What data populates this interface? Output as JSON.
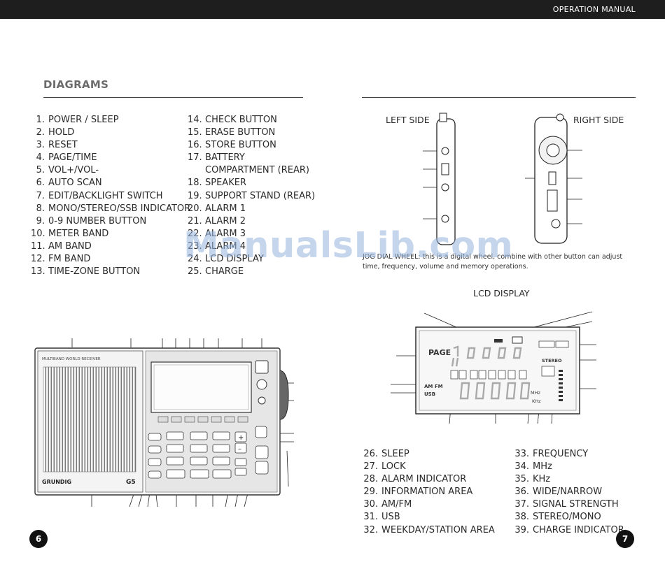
{
  "header": {
    "title": "OPERATION MANUAL"
  },
  "left_page": {
    "heading": "DIAGRAMS",
    "parts_col1": [
      {
        "n": "1.",
        "label": "POWER / SLEEP"
      },
      {
        "n": "2.",
        "label": "HOLD"
      },
      {
        "n": "3.",
        "label": "RESET"
      },
      {
        "n": "4.",
        "label": "PAGE/TIME"
      },
      {
        "n": "5.",
        "label": "VOL+/VOL-"
      },
      {
        "n": "6.",
        "label": "AUTO SCAN"
      },
      {
        "n": "7.",
        "label": "EDIT/BACKLIGHT SWITCH"
      },
      {
        "n": "8.",
        "label": "MONO/STEREO/SSB INDICATOR"
      },
      {
        "n": "9.",
        "label": "0-9 NUMBER BUTTON"
      },
      {
        "n": "10.",
        "label": "METER BAND"
      },
      {
        "n": "11.",
        "label": "AM BAND"
      },
      {
        "n": "12.",
        "label": "FM BAND"
      },
      {
        "n": "13.",
        "label": "TIME-ZONE BUTTON"
      }
    ],
    "parts_col2": [
      {
        "n": "14.",
        "label": "CHECK BUTTON"
      },
      {
        "n": "15.",
        "label": "ERASE BUTTON"
      },
      {
        "n": "16.",
        "label": "STORE BUTTON"
      },
      {
        "n": "17.",
        "label": "BATTERY"
      },
      {
        "n": "",
        "label": "COMPARTMENT (REAR)"
      },
      {
        "n": "18.",
        "label": "SPEAKER"
      },
      {
        "n": "19.",
        "label": "SUPPORT STAND (REAR)"
      },
      {
        "n": "20.",
        "label": "ALARM 1"
      },
      {
        "n": "21.",
        "label": "ALARM 2"
      },
      {
        "n": "22.",
        "label": "ALARM 3"
      },
      {
        "n": "23.",
        "label": "ALARM 4"
      },
      {
        "n": "24.",
        "label": "LCD DISPLAY"
      },
      {
        "n": "25.",
        "label": "CHARGE"
      }
    ],
    "radio": {
      "brand": "GRUNDIG",
      "model": "G5"
    },
    "page_number": "6"
  },
  "right_page": {
    "left_side_label": "LEFT SIDE",
    "right_side_label": "RIGHT SIDE",
    "jog_text": "JOG DIAL WHEEL: this is a digital wheel, combine with other button can adjust time, frequency, volume and memory operations.",
    "lcd_title": "LCD DISPLAY",
    "lcd": {
      "page": "PAGE",
      "am_fm": "AM FM",
      "usb": "USB",
      "mhz": "MHz",
      "khz": "KHz",
      "stereo": "STEREO"
    },
    "parts_col1": [
      {
        "n": "26.",
        "label": "SLEEP"
      },
      {
        "n": "27.",
        "label": "LOCK"
      },
      {
        "n": "28.",
        "label": "ALARM INDICATOR"
      },
      {
        "n": "29.",
        "label": "INFORMATION AREA"
      },
      {
        "n": "30.",
        "label": "AM/FM"
      },
      {
        "n": "31.",
        "label": "USB"
      },
      {
        "n": "32.",
        "label": "WEEKDAY/STATION AREA"
      }
    ],
    "parts_col2": [
      {
        "n": "33.",
        "label": "FREQUENCY"
      },
      {
        "n": "34.",
        "label": "MHz"
      },
      {
        "n": "35.",
        "label": "KHz"
      },
      {
        "n": "36.",
        "label": "WIDE/NARROW"
      },
      {
        "n": "37.",
        "label": "SIGNAL STRENGTH"
      },
      {
        "n": "38.",
        "label": "STEREO/MONO"
      },
      {
        "n": "39.",
        "label": "CHARGE INDICATOR"
      }
    ],
    "page_number": "7"
  },
  "watermark": "ManualsLib.com"
}
